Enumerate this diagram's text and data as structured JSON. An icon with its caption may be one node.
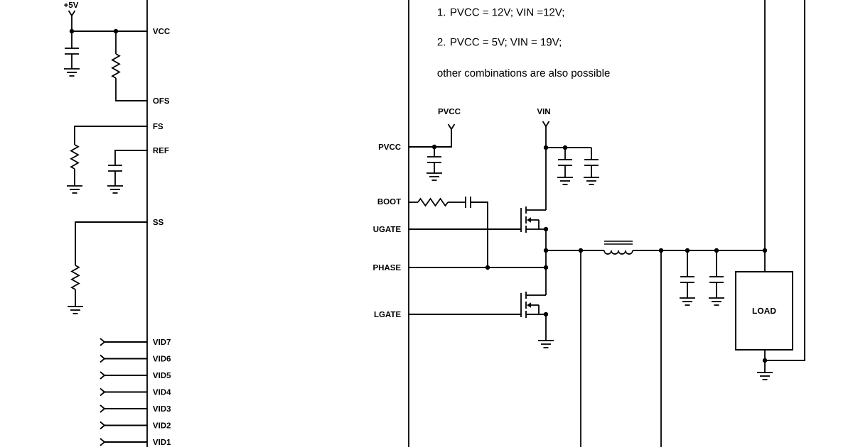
{
  "diagram": {
    "nodes": [
      {
        "text": [
          "LOAD"
        ]
      }
    ],
    "labels": [
      "+5V",
      "VCC",
      "OFS",
      "FS",
      "REF",
      "SS",
      "VID7",
      "VID6",
      "VID5",
      "VID4",
      "VID3",
      "VID2",
      "VID1",
      "1. PVCC = 12V; VIN =12V;",
      "2. PVCC = 5V; VIN = 19V;",
      "other combinations are also possible",
      "PVCC",
      "VIN",
      "PVCC",
      "BOOT",
      "UGATE",
      "PHASE",
      "LGATE"
    ]
  }
}
